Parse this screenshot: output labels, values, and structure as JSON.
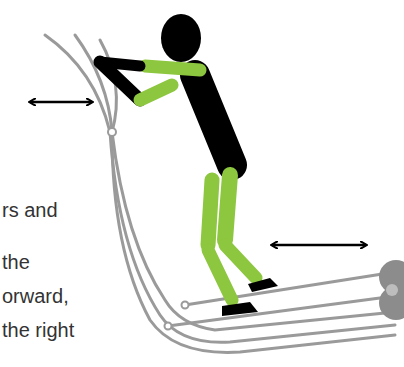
{
  "diagram": {
    "labels": [
      "rs and",
      "the",
      "orward,",
      "the right"
    ]
  }
}
